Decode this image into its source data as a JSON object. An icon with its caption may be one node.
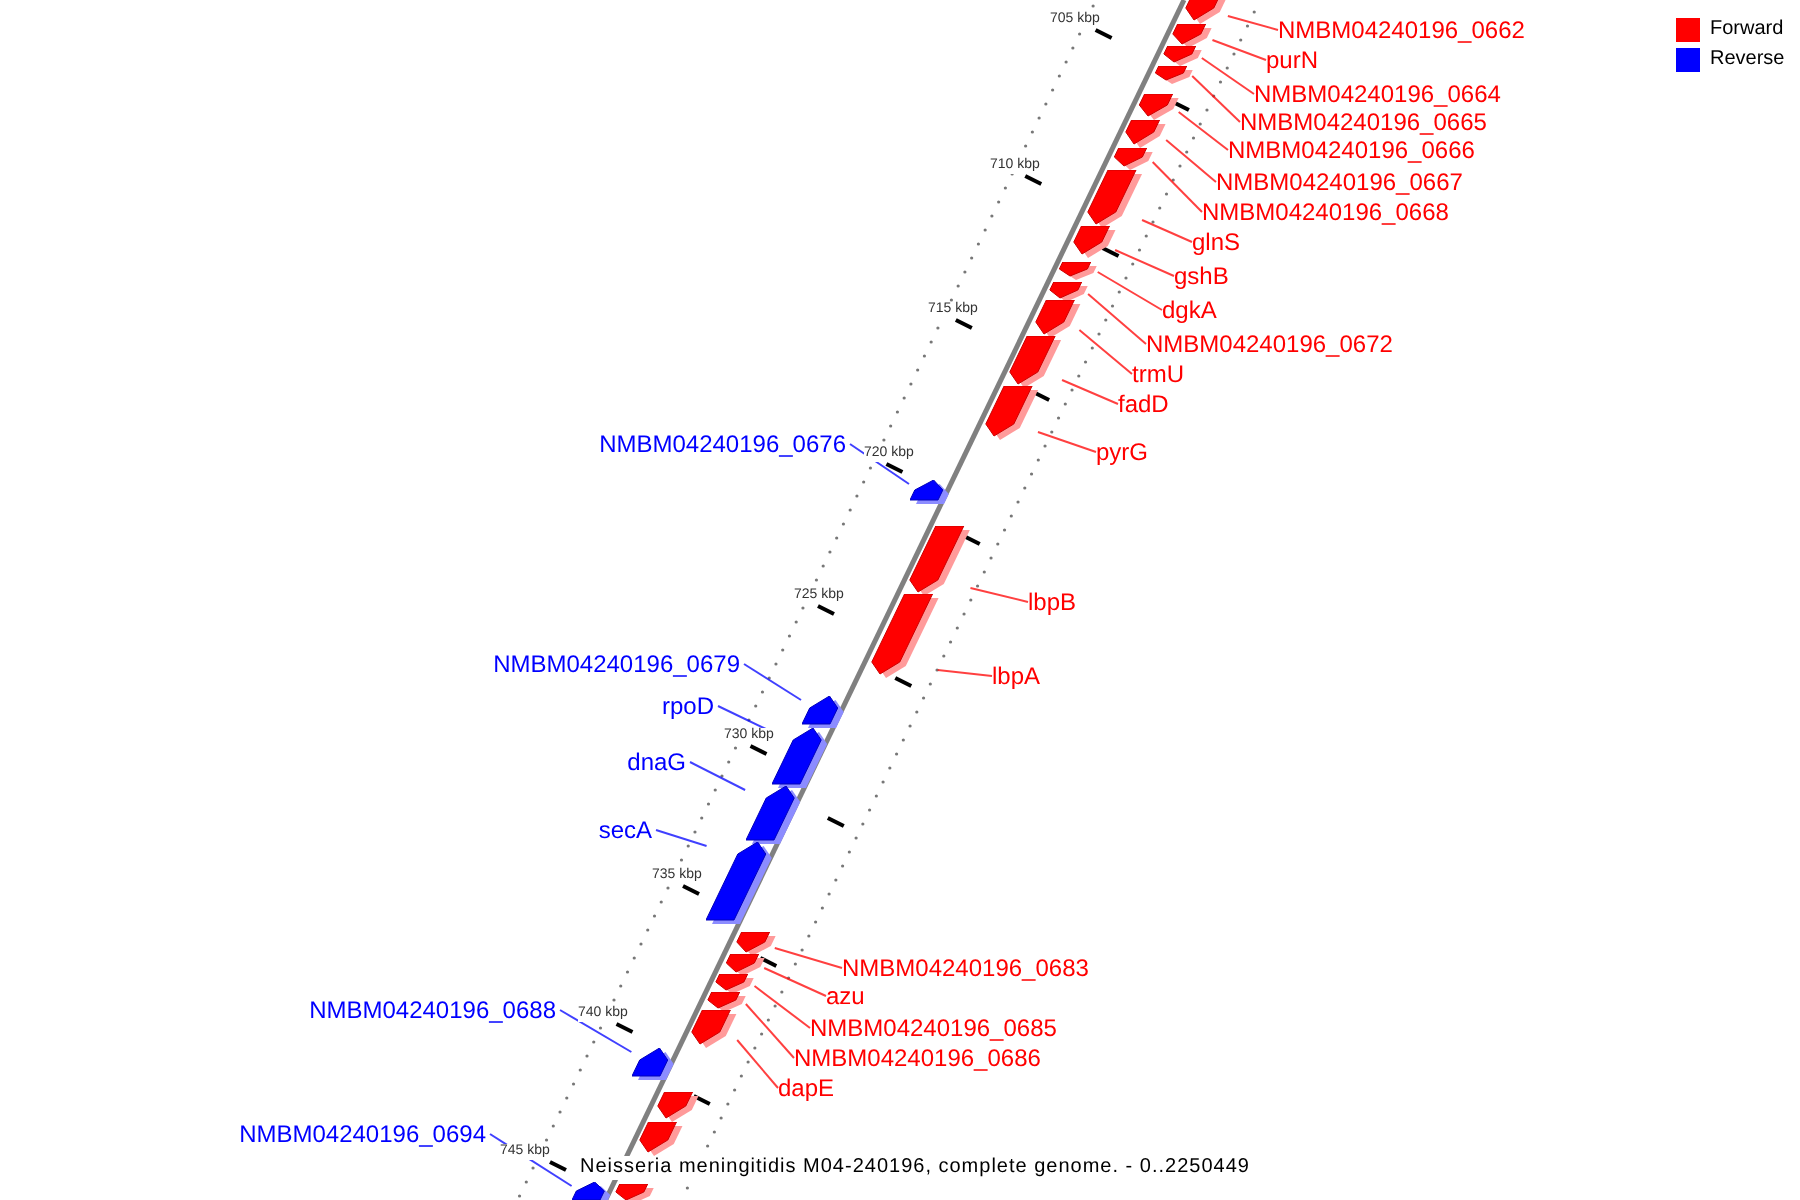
{
  "diagram": {
    "caption": "Neisseria meningitidis M04-240196, complete genome. - 0..2250449",
    "nodes": [
      {
        "text": [
          "NMBM04240196_0662"
        ]
      },
      {
        "text": [],
        "shape": "arrow"
      },
      {
        "text": [
          "purN"
        ]
      },
      {
        "text": [],
        "shape": "arrow"
      },
      {
        "text": [
          "NMBM04240196_0664"
        ]
      },
      {
        "text": [],
        "shape": "arrow"
      },
      {
        "text": [
          "NMBM04240196_0665"
        ]
      },
      {
        "text": [],
        "shape": "arrow"
      },
      {
        "text": [
          "NMBM04240196_0666"
        ]
      },
      {
        "text": [],
        "shape": "arrow"
      },
      {
        "text": [
          "NMBM04240196_0667"
        ]
      },
      {
        "text": [],
        "shape": "arrow"
      },
      {
        "text": [
          "NMBM04240196_0668"
        ]
      },
      {
        "text": [],
        "shape": "arrow"
      },
      {
        "text": [
          "glnS"
        ]
      },
      {
        "text": [],
        "shape": "arrow"
      },
      {
        "text": [
          "gshB"
        ]
      },
      {
        "text": [],
        "shape": "arrow"
      },
      {
        "text": [
          "dgkA"
        ]
      },
      {
        "text": [],
        "shape": "arrow"
      },
      {
        "text": [
          "NMBM04240196_0672"
        ]
      },
      {
        "text": [],
        "shape": "arrow"
      },
      {
        "text": [
          "trmU"
        ]
      },
      {
        "text": [],
        "shape": "arrow"
      },
      {
        "text": [
          "fadD"
        ]
      },
      {
        "text": [],
        "shape": "arrow"
      },
      {
        "text": [
          "pyrG"
        ]
      },
      {
        "text": [],
        "shape": "arrow"
      },
      {
        "text": [
          "NMBM04240196_0676"
        ]
      },
      {
        "text": [],
        "shape": "arrow"
      },
      {
        "text": [
          "lbpB"
        ]
      },
      {
        "text": [],
        "shape": "arrow"
      },
      {
        "text": [
          "lbpA"
        ]
      },
      {
        "text": [],
        "shape": "arrow"
      },
      {
        "text": [
          "NMBM04240196_0679"
        ]
      },
      {
        "text": [],
        "shape": "arrow"
      },
      {
        "text": [
          "rpoD"
        ]
      },
      {
        "text": [],
        "shape": "arrow"
      },
      {
        "text": [
          "dnaG"
        ]
      },
      {
        "text": [],
        "shape": "arrow"
      },
      {
        "text": [
          "secA"
        ]
      },
      {
        "text": [],
        "shape": "arrow"
      },
      {
        "text": [
          "NMBM04240196_0683"
        ]
      },
      {
        "text": [],
        "shape": "arrow"
      },
      {
        "text": [
          "azu"
        ]
      },
      {
        "text": [],
        "shape": "arrow"
      },
      {
        "text": [
          "NMBM04240196_0685"
        ]
      },
      {
        "text": [],
        "shape": "arrow"
      },
      {
        "text": [
          "NMBM04240196_0686"
        ]
      },
      {
        "text": [],
        "shape": "arrow"
      },
      {
        "text": [
          "dapE"
        ]
      },
      {
        "text": [],
        "shape": "arrow"
      },
      {
        "text": [
          "NMBM04240196_0688"
        ]
      },
      {
        "text": [],
        "shape": "arrow"
      },
      {
        "text": [],
        "shape": "arrow"
      },
      {
        "text": [],
        "shape": "arrow"
      },
      {
        "text": [
          "NMBM04240196_0694"
        ]
      },
      {
        "text": [],
        "shape": "arrow"
      },
      {
        "text": [],
        "shape": "arrow"
      }
    ],
    "edges": [
      {
        "from": 0,
        "to": 1,
        "arrow": "none"
      },
      {
        "from": 2,
        "to": 3,
        "arrow": "none"
      },
      {
        "from": 4,
        "to": 5,
        "arrow": "none"
      },
      {
        "from": 6,
        "to": 7,
        "arrow": "none"
      },
      {
        "from": 8,
        "to": 9,
        "arrow": "none"
      },
      {
        "from": 10,
        "to": 11,
        "arrow": "none"
      },
      {
        "from": 12,
        "to": 13,
        "arrow": "none"
      },
      {
        "from": 14,
        "to": 15,
        "arrow": "none"
      },
      {
        "from": 16,
        "to": 17,
        "arrow": "none"
      },
      {
        "from": 18,
        "to": 19,
        "arrow": "none"
      },
      {
        "from": 20,
        "to": 21,
        "arrow": "none"
      },
      {
        "from": 22,
        "to": 23,
        "arrow": "none"
      },
      {
        "from": 24,
        "to": 25,
        "arrow": "none"
      },
      {
        "from": 26,
        "to": 27,
        "arrow": "none"
      },
      {
        "from": 28,
        "to": 29,
        "arrow": "none",
        "color": "#0000ff"
      },
      {
        "from": 30,
        "to": 31,
        "arrow": "none"
      },
      {
        "from": 32,
        "to": 33,
        "arrow": "none"
      },
      {
        "from": 34,
        "to": 35,
        "arrow": "none",
        "color": "#0000ff"
      },
      {
        "from": 36,
        "to": 37,
        "arrow": "none",
        "color": "#0000ff"
      },
      {
        "from": 38,
        "to": 39,
        "arrow": "none",
        "color": "#0000ff"
      },
      {
        "from": 40,
        "to": 41,
        "arrow": "none",
        "color": "#0000ff"
      },
      {
        "from": 42,
        "to": 43,
        "arrow": "none"
      },
      {
        "from": 44,
        "to": 45,
        "arrow": "none"
      },
      {
        "from": 46,
        "to": 47,
        "arrow": "none"
      },
      {
        "from": 48,
        "to": 49,
        "arrow": "none"
      },
      {
        "from": 50,
        "to": 51,
        "arrow": "none"
      },
      {
        "from": 52,
        "to": 53,
        "arrow": "none",
        "color": "#0000ff"
      },
      {
        "from": 56,
        "to": 57,
        "arrow": "none",
        "color": "#0000ff"
      }
    ],
    "labels": [
      "705 kbp",
      "710 kbp",
      "715 kbp",
      "720 kbp",
      "725 kbp",
      "730 kbp",
      "735 kbp",
      "740 kbp",
      "745 kbp"
    ],
    "legend": [
      {
        "text": "Forward",
        "color": "#ff0000"
      },
      {
        "text": "Reverse",
        "color": "#0000ff"
      }
    ]
  }
}
